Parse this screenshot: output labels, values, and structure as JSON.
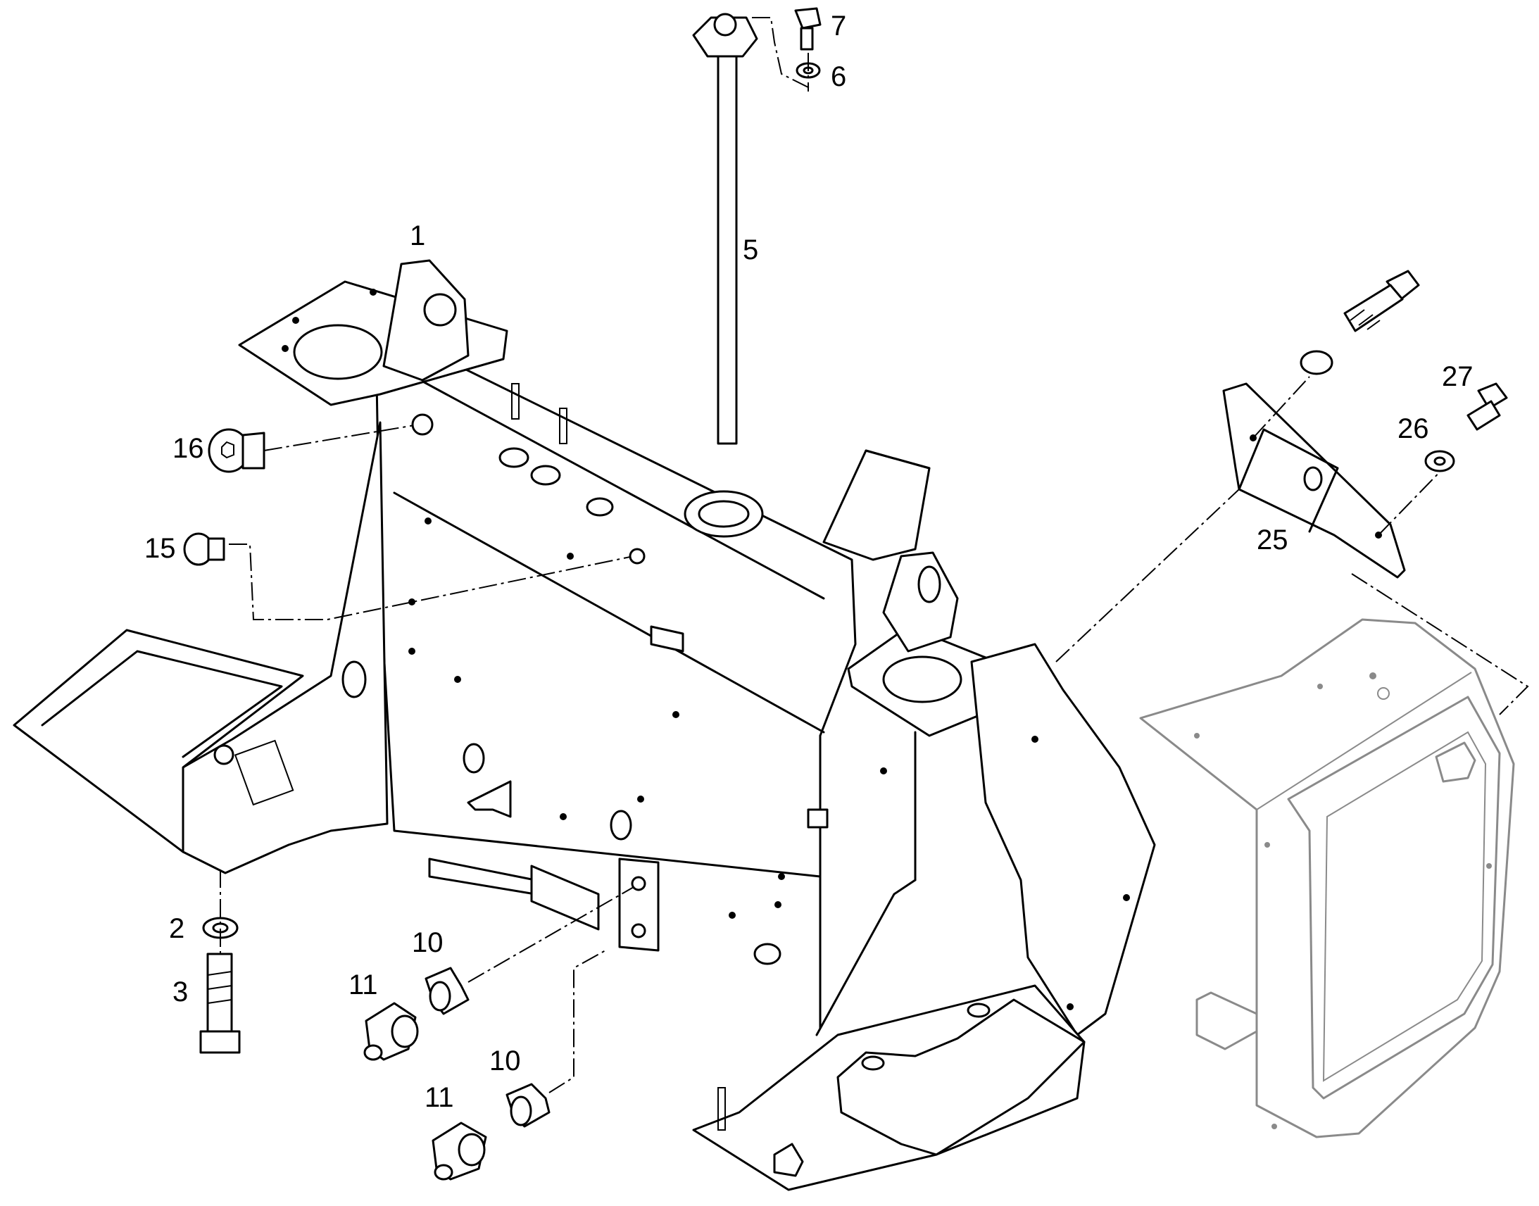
{
  "callouts": {
    "c1": "1",
    "c2": "2",
    "c3": "3",
    "c5": "5",
    "c6": "6",
    "c7": "7",
    "c10a": "10",
    "c10b": "10",
    "c11a": "11",
    "c11b": "11",
    "c15": "15",
    "c16": "16",
    "c25": "25",
    "c26": "26",
    "c27": "27"
  }
}
